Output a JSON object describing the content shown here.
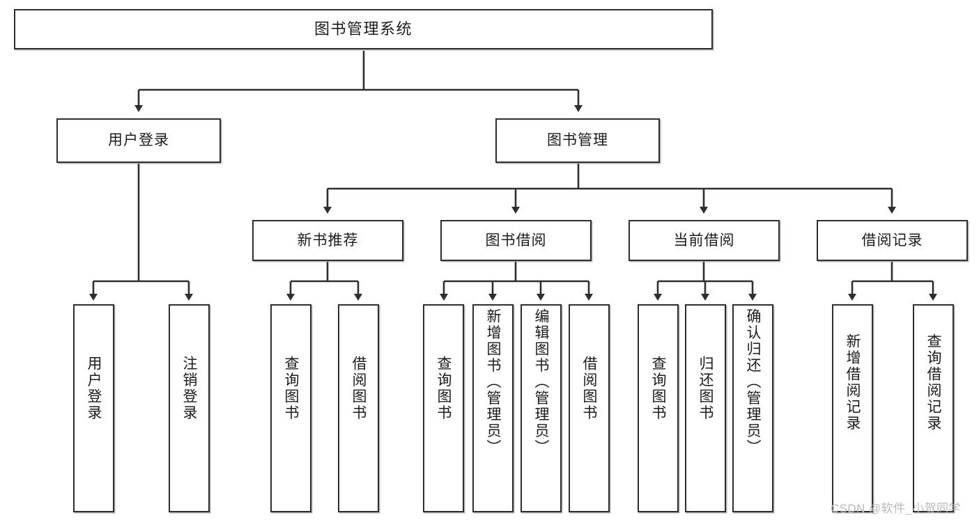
{
  "diagram": {
    "title": "图书管理系统",
    "type": "tree-hierarchy",
    "colors": {
      "box_border": "#2e2e2e",
      "box_fill": "#ffffff",
      "connector": "#2e2e2e",
      "watermark": "#b9b9b9",
      "background": "#ffffff"
    },
    "root": {
      "label": "图书管理系统"
    },
    "level2": [
      {
        "label": "用户登录"
      },
      {
        "label": "图书管理"
      }
    ],
    "level3": [
      {
        "label": "新书推荐"
      },
      {
        "label": "图书借阅"
      },
      {
        "label": "当前借阅"
      },
      {
        "label": "借阅记录"
      }
    ],
    "leaves": {
      "user_login": [
        {
          "label": "用户登录"
        },
        {
          "label": "注销登录"
        }
      ],
      "new_book_recommend": [
        {
          "label": "查询图书"
        },
        {
          "label": "借阅图书"
        }
      ],
      "book_borrow": [
        {
          "label": "查询图书"
        },
        {
          "label": "新增图书（管理员）"
        },
        {
          "label": "编辑图书（管理员）"
        },
        {
          "label": "借阅图书"
        }
      ],
      "current_borrow": [
        {
          "label": "查询图书"
        },
        {
          "label": "归还图书"
        },
        {
          "label": "确认归还（管理员）"
        }
      ],
      "borrow_record": [
        {
          "label": "新增借阅记录"
        },
        {
          "label": "查询借阅记录"
        }
      ]
    }
  },
  "watermark": {
    "text": "CSDN @软件_小贺同学"
  }
}
